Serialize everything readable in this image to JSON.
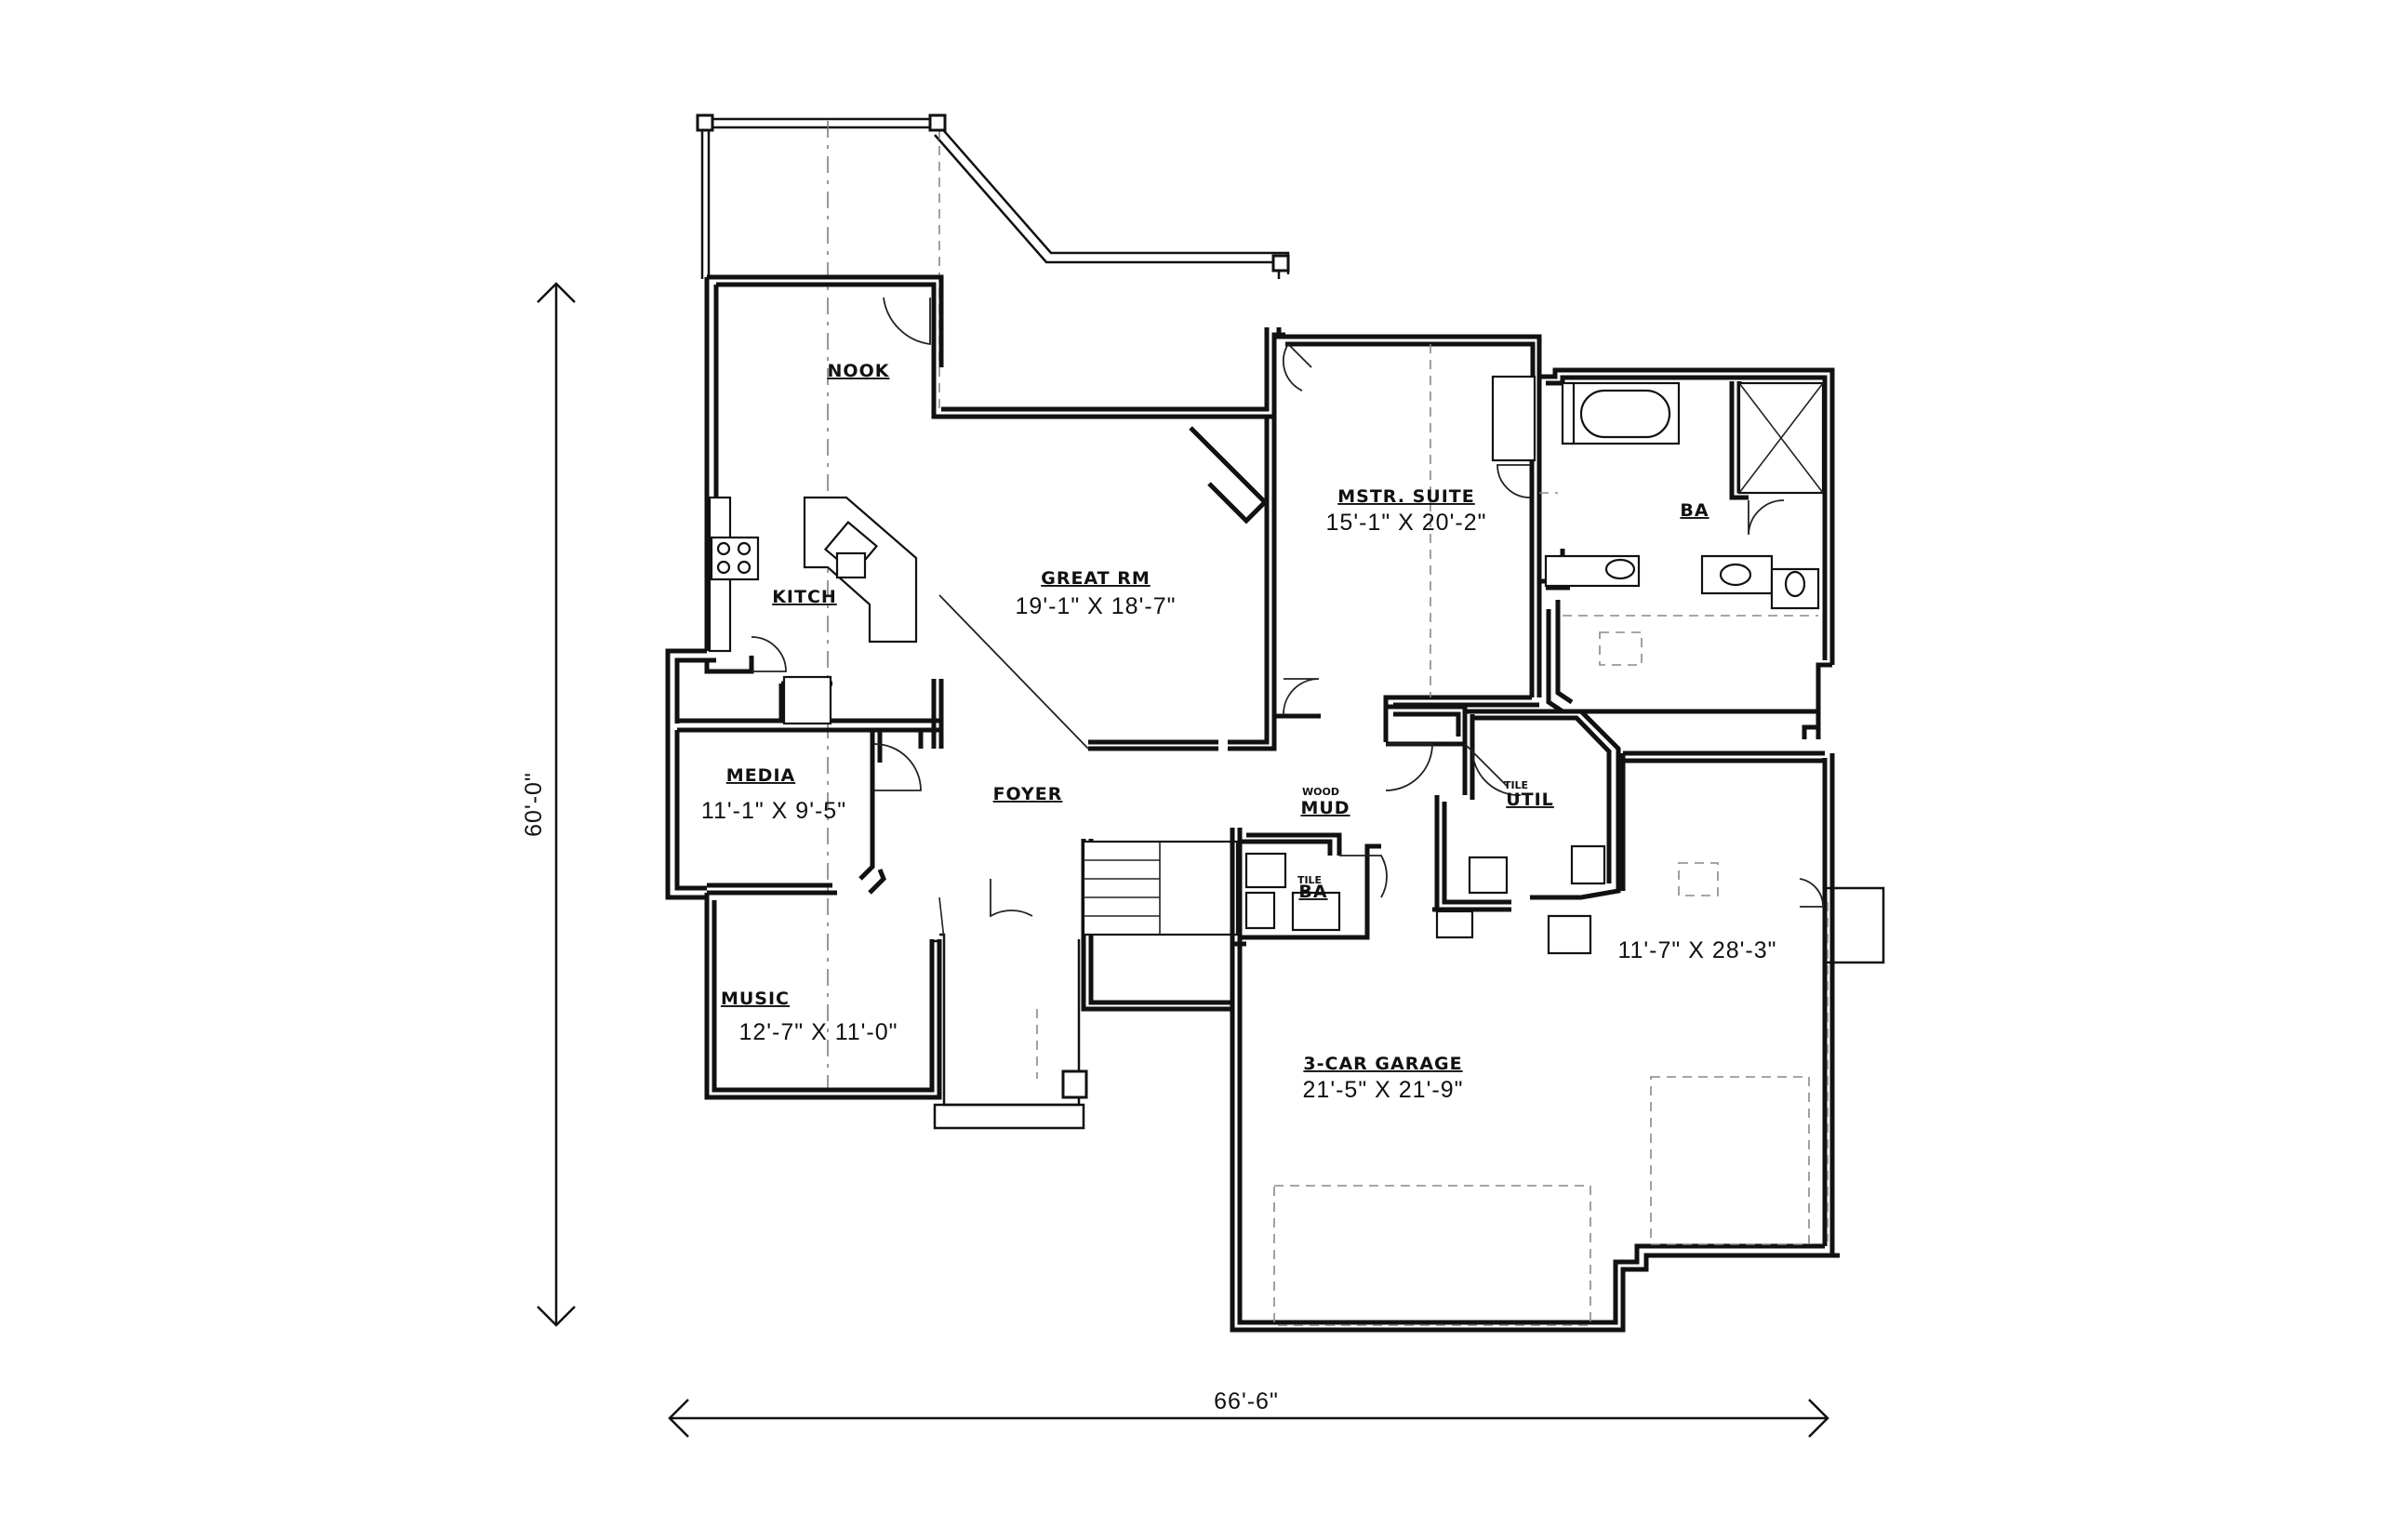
{
  "plan": {
    "rooms": [
      {
        "id": "nook",
        "name": "NOOK",
        "size": ""
      },
      {
        "id": "kitch",
        "name": "KITCH",
        "size": ""
      },
      {
        "id": "great",
        "name": "GREAT RM",
        "size": "19'-1\" X 18'-7\""
      },
      {
        "id": "mstr",
        "name": "MSTR. SUITE",
        "size": "15'-1\" X 20'-2\""
      },
      {
        "id": "ba-master",
        "name": "BA",
        "size": ""
      },
      {
        "id": "media",
        "name": "MEDIA",
        "size": "11'-1\" X 9'-5\""
      },
      {
        "id": "foyer",
        "name": "FOYER",
        "size": ""
      },
      {
        "id": "mud",
        "name": "MUD",
        "size": "",
        "note": "WOOD"
      },
      {
        "id": "util",
        "name": "UTIL",
        "size": "",
        "note": "TILE"
      },
      {
        "id": "ba-half",
        "name": "BA",
        "size": "",
        "note": "TILE"
      },
      {
        "id": "music",
        "name": "MUSIC",
        "size": "12'-7\" X 11'-0\""
      },
      {
        "id": "garage",
        "name": "3-CAR GARAGE",
        "size": "21'-5\" X 21'-9\""
      },
      {
        "id": "garage-bay",
        "name": "",
        "size": "11'-7\" X 28'-3\""
      }
    ],
    "dimensions": {
      "width": "66'-6\"",
      "depth": "60'-0\""
    }
  }
}
